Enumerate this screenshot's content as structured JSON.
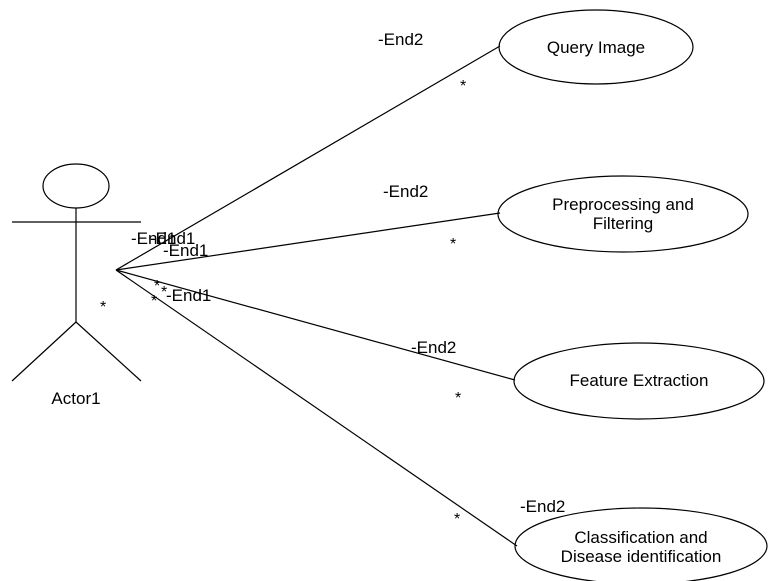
{
  "actor": {
    "name": "Actor1"
  },
  "use_cases": [
    {
      "lines": [
        "Query Image"
      ]
    },
    {
      "lines": [
        "Preprocessing and",
        "Filtering"
      ]
    },
    {
      "lines": [
        "Feature Extraction"
      ]
    },
    {
      "lines": [
        "Classification and",
        "Disease identification"
      ]
    }
  ],
  "associations": [
    {
      "end1_role": "-End1",
      "end2_role": "-End2",
      "end1_multiplicity": "*",
      "end2_multiplicity": "*"
    },
    {
      "end1_role": "-End1",
      "end2_role": "-End2",
      "end1_multiplicity": "*",
      "end2_multiplicity": "*"
    },
    {
      "end1_role": "-End1",
      "end2_role": "-End2",
      "end1_multiplicity": "*",
      "end2_multiplicity": "*"
    },
    {
      "end1_role": "-End1",
      "end2_role": "-End2",
      "end1_multiplicity": "*",
      "end2_multiplicity": "*"
    }
  ]
}
